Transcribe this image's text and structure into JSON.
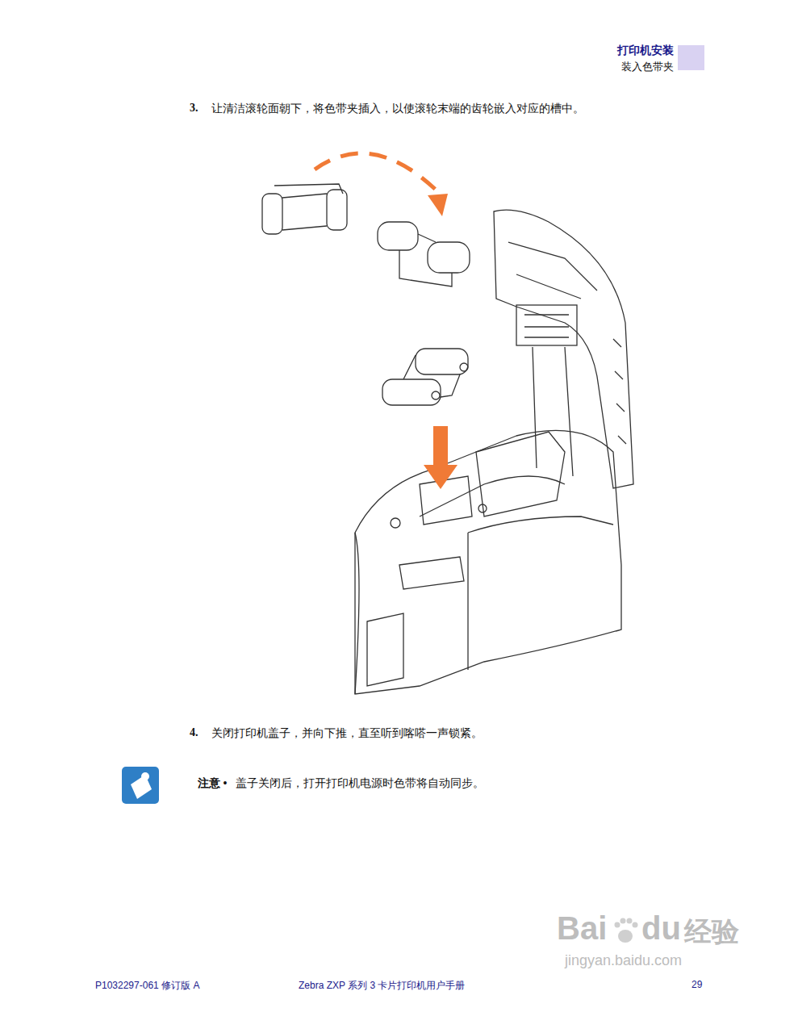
{
  "diagram": {
    "labels": [
      "打印机安装",
      "装入色带夹",
      "3.",
      "让清洁滚轮面朝下，将色带夹插入，以使滚轮末端的齿轮嵌入对应的槽中。",
      "4.",
      "关闭打印机盖子，并向下推，直至听到喀嗒一声锁紧。",
      "注意 •",
      "盖子关闭后，打开打印机电源时色带将自动同步。",
      "P1032297-061 修订版 A",
      "Zebra ZXP 系列 3 卡片打印机用户手册",
      "29",
      "Bai",
      "du",
      "经验",
      "jingyan.baidu.com"
    ]
  }
}
